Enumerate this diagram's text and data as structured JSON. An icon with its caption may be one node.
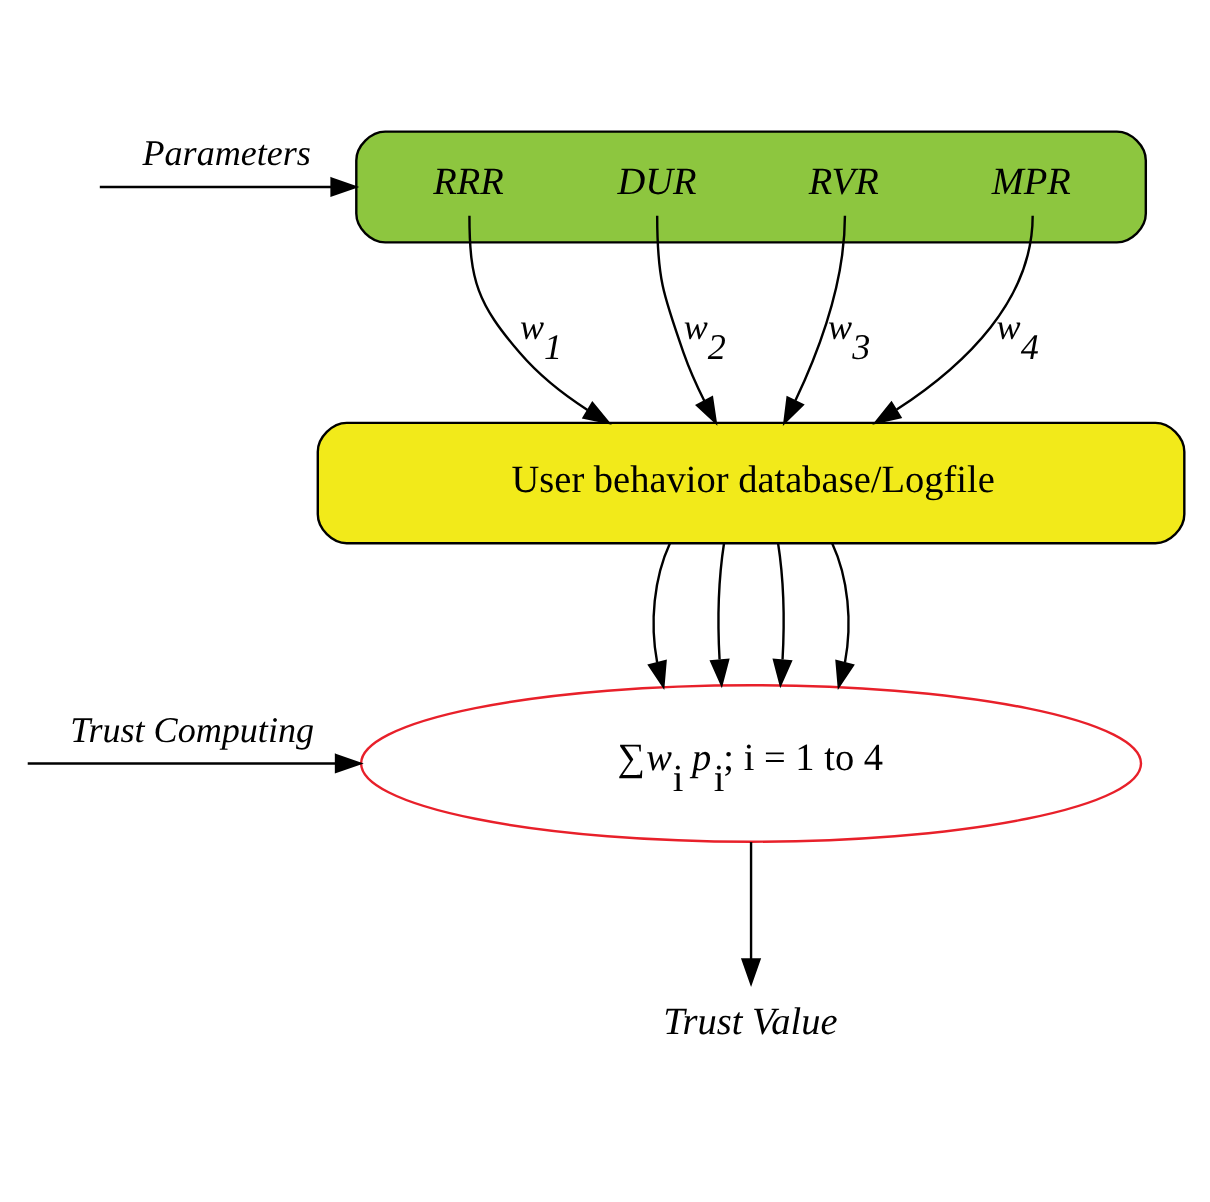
{
  "diagram": {
    "nodes": [
      {
        "text": [
          "RRR",
          "DUR",
          "RVR",
          "MPR"
        ]
      },
      {
        "text": [
          "User behavior database/Logfile"
        ]
      },
      {
        "text": [
          "∑*w*$_{i}$ *p*$_{i}$; i = 1 to 4"
        ]
      },
      {
        "text": [
          "Trust Value"
        ]
      }
    ],
    "edges": [
      {
        "from": null,
        "to": 0,
        "arrow": "to",
        "label": "Parameters"
      },
      {
        "from": 0,
        "to": 1,
        "arrow": "to",
        "label": "w$_{1}$"
      },
      {
        "from": 0,
        "to": 1,
        "arrow": "to",
        "label": "w$_{2}$"
      },
      {
        "from": 0,
        "to": 1,
        "arrow": "to",
        "label": "w$_{3}$"
      },
      {
        "from": 0,
        "to": 1,
        "arrow": "to",
        "label": "w$_{4}$"
      },
      {
        "from": 1,
        "to": 2,
        "arrow": "to"
      },
      {
        "from": 1,
        "to": 2,
        "arrow": "to"
      },
      {
        "from": 1,
        "to": 2,
        "arrow": "to"
      },
      {
        "from": 1,
        "to": 2,
        "arrow": "to"
      },
      {
        "from": null,
        "to": 2,
        "arrow": "to",
        "label": "Trust Computing"
      },
      {
        "from": 2,
        "to": 3,
        "arrow": "to"
      }
    ]
  }
}
